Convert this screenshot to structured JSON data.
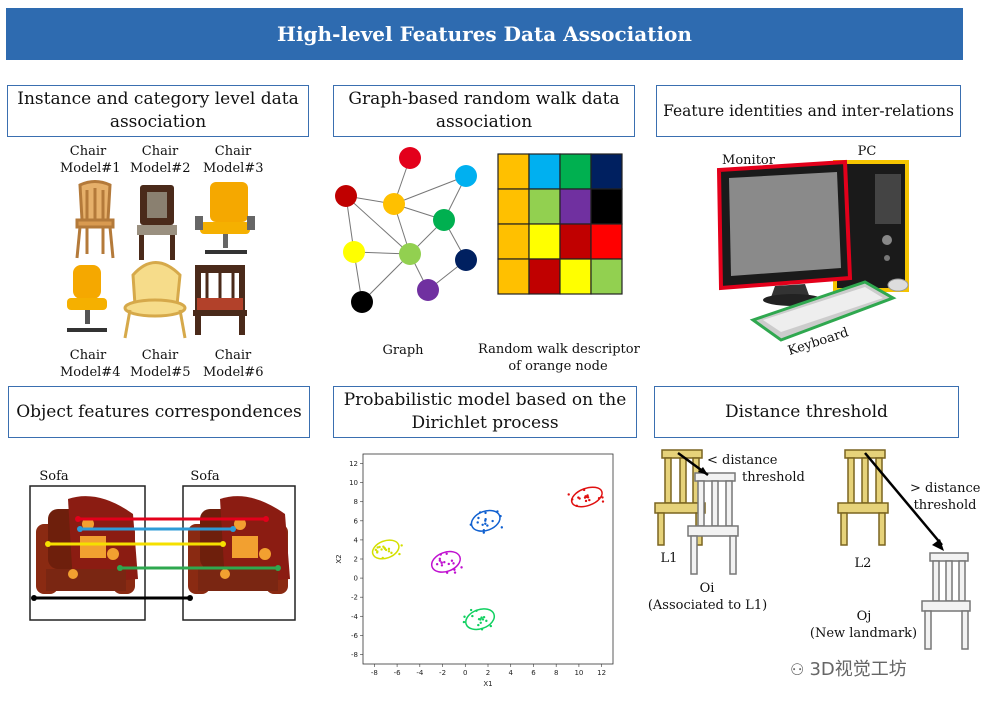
{
  "banner": {
    "title": "High-level Features Data Association"
  },
  "panels": {
    "instance": {
      "title": "Instance and category level data association",
      "models": [
        {
          "line1": "Chair",
          "line2": "Model#1"
        },
        {
          "line1": "Chair",
          "line2": "Model#2"
        },
        {
          "line1": "Chair",
          "line2": "Model#3"
        },
        {
          "line1": "Chair",
          "line2": "Model#4"
        },
        {
          "line1": "Chair",
          "line2": "Model#5"
        },
        {
          "line1": "Chair",
          "line2": "Model#6"
        }
      ]
    },
    "graph": {
      "title": "Graph-based random walk data association",
      "graph_label": "Graph",
      "descriptor_label_1": "Random walk descriptor",
      "descriptor_label_2": "of orange node",
      "node_colors": [
        "#e3001b",
        "#c00000",
        "#ffc000",
        "#00b0f0",
        "#00b050",
        "#ffff00",
        "#92d050",
        "#002060",
        "#7030a0",
        "#000000"
      ],
      "grid_colors": [
        [
          "#ffc000",
          "#00b0f0",
          "#00b050",
          "#002060"
        ],
        [
          "#ffc000",
          "#92d050",
          "#7030a0",
          "#000000"
        ],
        [
          "#ffc000",
          "#ffff00",
          "#c00000",
          "#ff0000"
        ],
        [
          "#ffc000",
          "#c00000",
          "#ffff00",
          "#92d050"
        ]
      ]
    },
    "identities": {
      "title": "Feature identities and inter-relations",
      "monitor_label": "Monitor",
      "pc_label": "PC",
      "keyboard_label": "Keyboard",
      "colors": {
        "monitor": "#e3001b",
        "pc": "#f5c400",
        "keyboard": "#2fa84f"
      }
    },
    "correspondences": {
      "title": "Object features correspondences",
      "sofa_left": "Sofa",
      "sofa_right": "Sofa",
      "line_colors": [
        "#e3001b",
        "#2d9bd7",
        "#f5e000",
        "#2fa84f",
        "#000000"
      ]
    },
    "dirichlet": {
      "title": "Probabilistic model based on the Dirichlet process",
      "chart_data": {
        "type": "scatter",
        "xlabel": "X1",
        "ylabel": "X2",
        "xlim": [
          -9,
          13
        ],
        "ylim": [
          -9,
          13
        ],
        "xticks": [
          -8,
          -6,
          -4,
          -2,
          0,
          2,
          4,
          6,
          8,
          10,
          12
        ],
        "yticks": [
          -8,
          -6,
          -4,
          -2,
          0,
          2,
          4,
          6,
          8,
          10,
          12
        ],
        "clusters": [
          {
            "color": "#d4e000",
            "cx": -7,
            "cy": 3,
            "rx": 1.2,
            "ry": 0.9
          },
          {
            "color": "#c010d0",
            "cx": -1.7,
            "cy": 1.7,
            "rx": 1.3,
            "ry": 1.0
          },
          {
            "color": "#1060d0",
            "cx": 1.8,
            "cy": 6,
            "rx": 1.3,
            "ry": 1.0
          },
          {
            "color": "#10d060",
            "cx": 1.3,
            "cy": -4.3,
            "rx": 1.3,
            "ry": 1.0
          },
          {
            "color": "#e01010",
            "cx": 10.7,
            "cy": 8.5,
            "rx": 1.4,
            "ry": 0.9
          }
        ]
      }
    },
    "distance": {
      "title": "Distance threshold",
      "less_label_1": "< distance",
      "less_label_2": "threshold",
      "greater_label_1": "> distance",
      "greater_label_2": "threshold",
      "l1": "L1",
      "oi": "Oi",
      "oi_note": "(Associated to L1)",
      "l2": "L2",
      "oj": "Oj",
      "oj_note": "(New landmark)"
    }
  },
  "watermark": {
    "text": "3D视觉工坊"
  }
}
